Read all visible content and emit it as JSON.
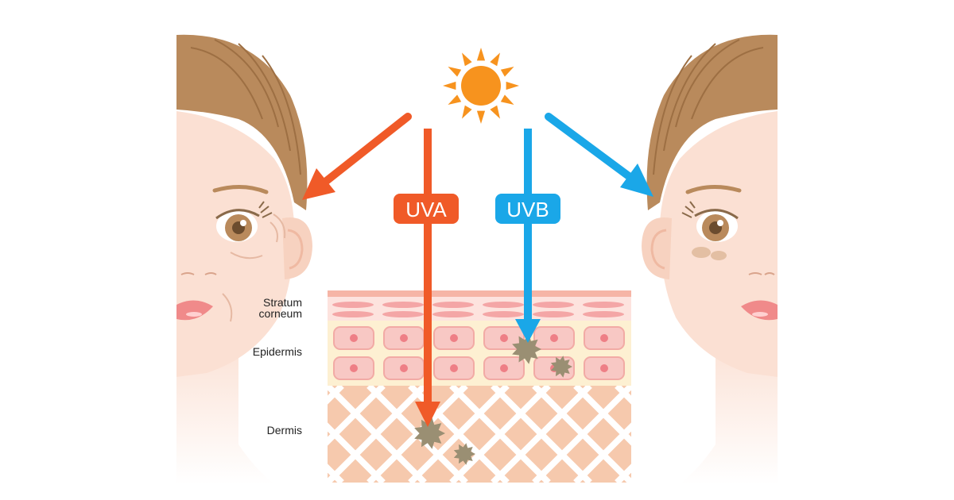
{
  "rays": {
    "uva": {
      "label": "UVA",
      "color": "#f05a28"
    },
    "uvb": {
      "label": "UVB",
      "color": "#1aa7e8"
    }
  },
  "layers": {
    "stratum_line1": "Stratum",
    "stratum_line2": "corneum",
    "epidermis": "Epidermis",
    "dermis": "Dermis"
  },
  "colors": {
    "sun": "#f7931e",
    "skin": "#fbe0d3",
    "hair": "#b98a5c",
    "stratum": "#f7c6c0",
    "epidermis": "#fdf0d2",
    "dermis": "#f6c9ad",
    "spot": "#9a8f73"
  }
}
